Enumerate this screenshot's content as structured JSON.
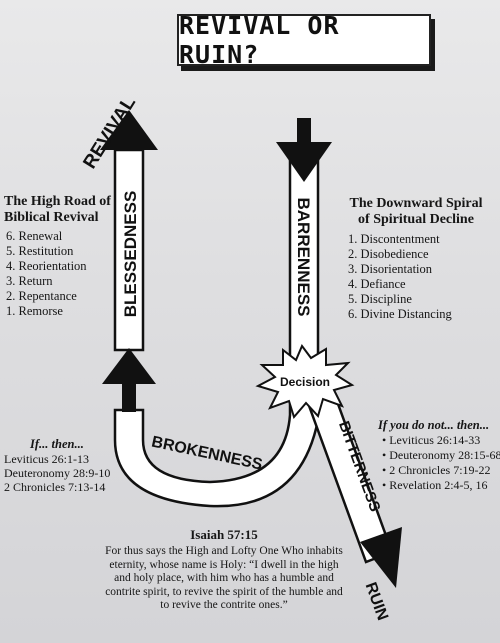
{
  "title": "REVIVAL OR RUIN?",
  "labels": {
    "revival": "REVIVAL",
    "blessedness": "BLESSEDNESS",
    "barrenness": "BARRENNESS",
    "decision": "Decision",
    "brokenness": "BROKENNESS",
    "bitterness": "BITTERNESS",
    "ruin": "RUIN"
  },
  "high_road": {
    "heading_line1": "The High Road of",
    "heading_line2": "Biblical Revival",
    "items": [
      "6.  Renewal",
      "5.  Restitution",
      "4.  Reorientation",
      "3.  Return",
      "2.  Repentance",
      "1.  Remorse"
    ]
  },
  "downward_spiral": {
    "heading_line1": "The Downward Spiral",
    "heading_line2": "of Spiritual Decline",
    "items": [
      "1.  Discontentment",
      "2.  Disobedience",
      "3.  Disorientation",
      "4.  Defiance",
      "5.  Discipline",
      "6.  Divine Distancing"
    ]
  },
  "if_then": {
    "heading": "If... then...",
    "refs": [
      "Leviticus 26:1-13",
      "Deuteronomy 28:9-10",
      "2 Chronicles 7:13-14"
    ]
  },
  "if_not": {
    "heading": "If you do not... then...",
    "refs": [
      "Leviticus 26:14-33",
      "Deuteronomy 28:15-68",
      "2 Chronicles 7:19-22",
      "Revelation 2:4-5, 16"
    ]
  },
  "scripture": {
    "reference": "Isaiah 57:15",
    "text": "For thus says the High and Lofty One Who inhabits eternity, whose name is Holy: “I dwell in the high and holy place, with him who has a humble and contrite spirit, to revive the spirit of the humble and to revive the contrite ones.”"
  }
}
